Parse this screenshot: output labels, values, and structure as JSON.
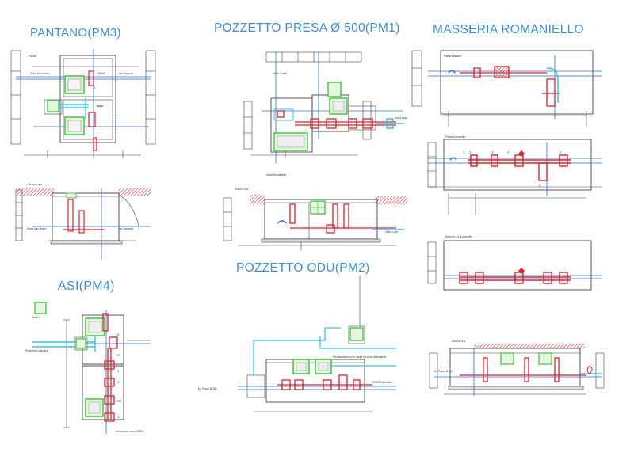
{
  "titles": {
    "pantano": "PANTANO(PM3)",
    "presa": "POZZETTO PRESA Ø 500(PM1)",
    "masseria": "MASSERIA ROMANIELLO",
    "asi": "ASI(PM4)",
    "odu": "POZZETTO ODU(PM2)"
  },
  "labels": {
    "pantano_top": "Pianta",
    "pantano_left": "Gorra San Marco",
    "pantano_dn": "Ø 500",
    "pantano_right": "da Congarzo",
    "pantano_section": "Sezione a-a",
    "presa_vent": "Verso Tuzzio",
    "presa_masseria": "Verso Romaniello",
    "presa_section": "Sezione a-a",
    "masseria_top": "Pianta alla sala",
    "masseria_mid": "Pianta di pozzetto",
    "masseria_low": "Sezione a-a di pozzetto",
    "asi_left1": "Scarico",
    "asi_left2": "Protezione Catodica",
    "asi_bottom": "da Pantano sesso Ø 500",
    "odu_left": "Da Pozzo Ø 300",
    "odu_right": "Ø 300 Sulla Cale",
    "odu_note": "Predisposizione per uscita di nuove diramazioni",
    "masseria_section": "Sezione a-a",
    "masseria_in": "Da Pozzo Ø 300"
  },
  "colors": {
    "title": "#3d8fd6",
    "pipe_red": "#e0202a",
    "pipe_cyan": "#33c6e8",
    "valve_green": "#47c94a",
    "line_dark": "#444444",
    "blue_line": "#2a6fd0"
  }
}
